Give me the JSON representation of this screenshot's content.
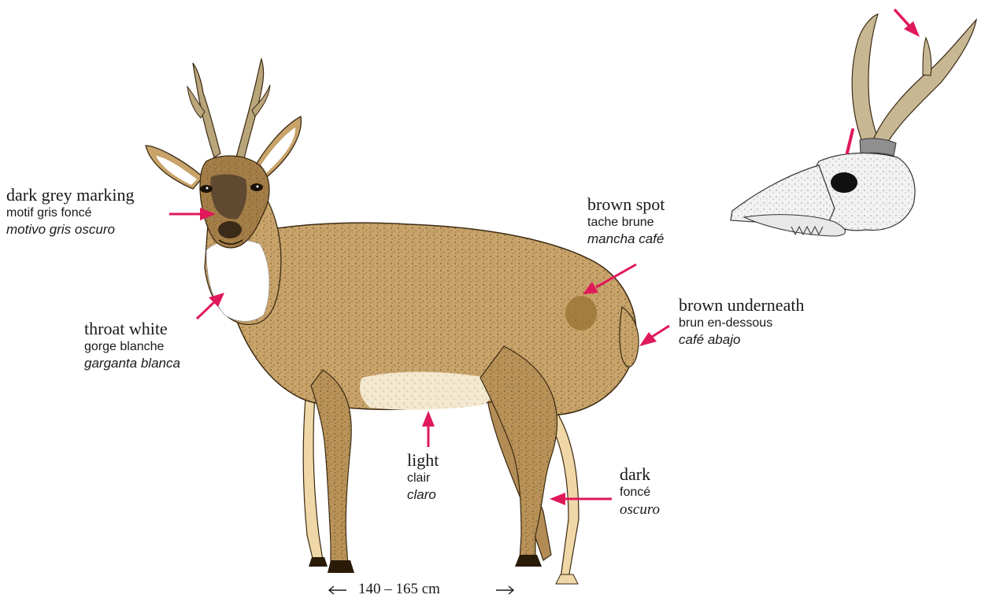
{
  "colors": {
    "arrow": "#e0195a",
    "coat": "#c8a36a",
    "coat_dark": "#8a6a3a",
    "leg_light": "#f0d7a8",
    "throat": "#ffffff",
    "antler": "#c7b793",
    "skull": "#f2f2f2"
  },
  "labels": {
    "dark_grey_marking": {
      "en": "dark grey marking",
      "fr": "motif gris foncé",
      "es": "motivo gris oscuro"
    },
    "throat_white": {
      "en": "throat white",
      "fr": "gorge blanche",
      "es": "garganta blanca"
    },
    "brown_spot": {
      "en": "brown spot",
      "fr": "tache brune",
      "es": "mancha café"
    },
    "brown_underneath": {
      "en": "brown underneath",
      "fr": "brun en-dessous",
      "es": "café abajo"
    },
    "light": {
      "en": "light",
      "fr": "clair",
      "es": "claro"
    },
    "dark": {
      "en": "dark",
      "fr": "foncé",
      "es": "oscuro"
    }
  },
  "size": {
    "text": "140 – 165 cm"
  }
}
